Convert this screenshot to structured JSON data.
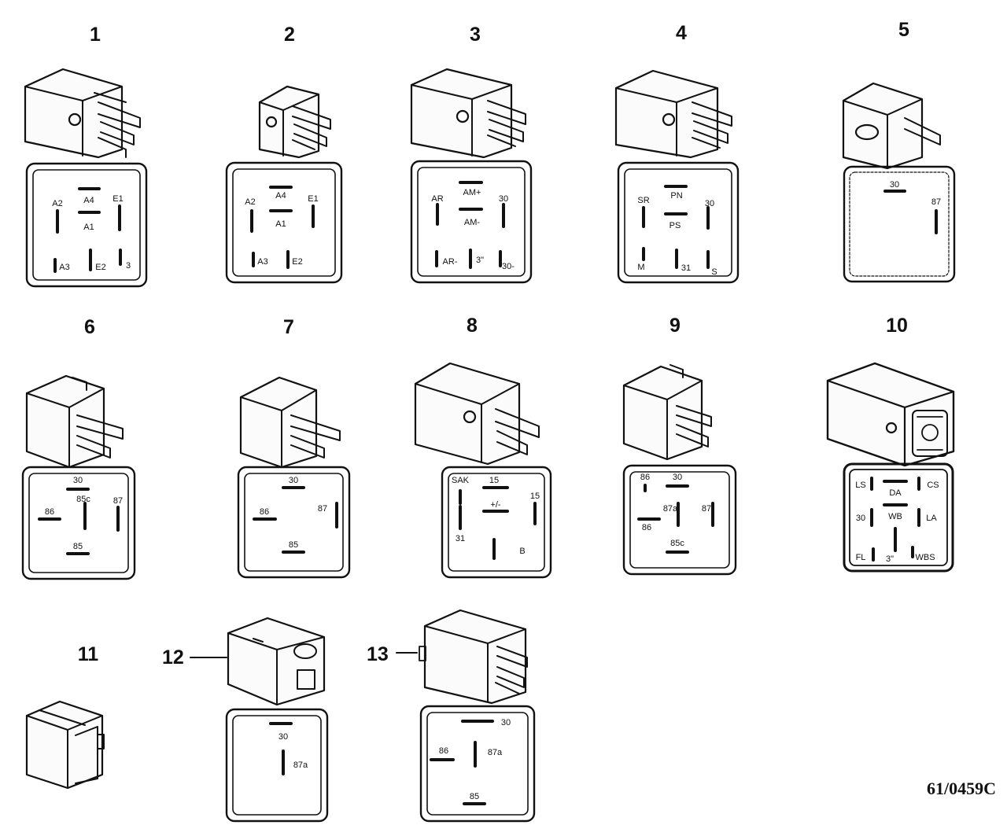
{
  "reference_code": "61/0459C",
  "relays": [
    {
      "number": "1",
      "terminals": [
        "A4",
        "A1",
        "A2",
        "E1",
        "A3",
        "E2",
        "3"
      ]
    },
    {
      "number": "2",
      "terminals": [
        "A4",
        "A1",
        "A2",
        "E1",
        "A3",
        "E2"
      ]
    },
    {
      "number": "3",
      "terminals": [
        "AM+",
        "AM-",
        "AR",
        "30",
        "AR-",
        "3\"",
        "30-"
      ]
    },
    {
      "number": "4",
      "terminals": [
        "PN",
        "PS",
        "SR",
        "30",
        "M",
        "31",
        "S"
      ]
    },
    {
      "number": "5",
      "terminals": [
        "30",
        "87"
      ]
    },
    {
      "number": "6",
      "terminals": [
        "30",
        "86",
        "85c",
        "87",
        "85"
      ]
    },
    {
      "number": "7",
      "terminals": [
        "30",
        "86",
        "87",
        "85"
      ]
    },
    {
      "number": "8",
      "terminals": [
        "SAK",
        "15",
        "+/-",
        "15",
        "31",
        "B"
      ]
    },
    {
      "number": "9",
      "terminals": [
        "86",
        "30",
        "87a",
        "87",
        "86",
        "85c"
      ]
    },
    {
      "number": "10",
      "terminals": [
        "LS",
        "DA",
        "CS",
        "30",
        "WB",
        "LA",
        "FL",
        "3\"",
        "WBS"
      ]
    },
    {
      "number": "11",
      "terminals": []
    },
    {
      "number": "12",
      "terminals": [
        "30",
        "87a"
      ]
    },
    {
      "number": "13",
      "terminals": [
        "30",
        "86",
        "87a",
        "85"
      ]
    }
  ]
}
